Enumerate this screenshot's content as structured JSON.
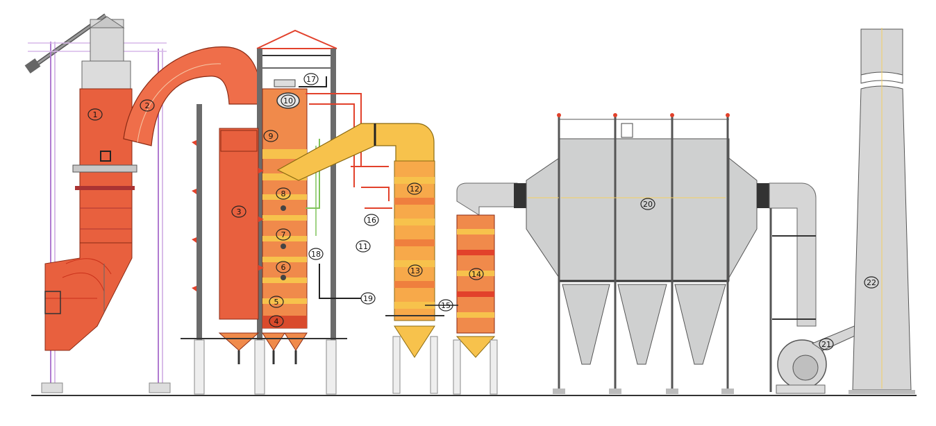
{
  "colors": {
    "furnace": "#e8603e",
    "furnace_dark": "#c9311a",
    "duct": "#ef6e4a",
    "boiler_band": "#f4a24a",
    "economizer": "#f7c24c",
    "grey_unit": "#cfd0d0",
    "steel": "#5a5a5a",
    "pipe_red": "#e2412b",
    "pipe_green": "#7fc35a",
    "pipe_purple": "#b07ad0"
  },
  "labels": [
    "1",
    "2",
    "3",
    "4",
    "5",
    "6",
    "7",
    "8",
    "9",
    "10",
    "11",
    "12",
    "13",
    "14",
    "15",
    "16",
    "17",
    "18",
    "19",
    "20",
    "21",
    "22"
  ],
  "icons": {
    "fan": "fan-icon",
    "chimney": "chimney-icon",
    "filter": "bag-filter-icon"
  }
}
